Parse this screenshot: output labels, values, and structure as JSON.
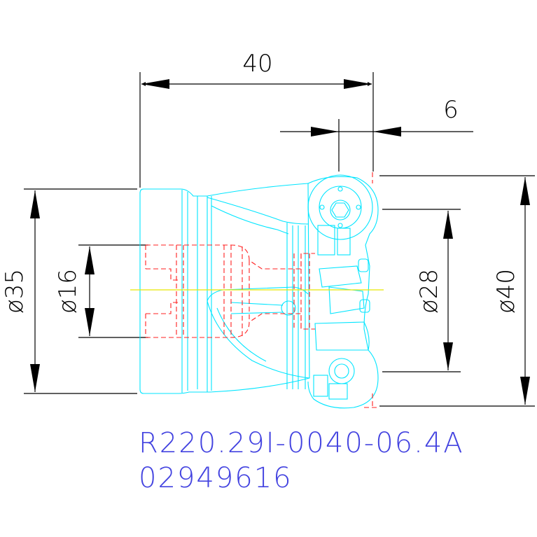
{
  "dimensions": {
    "length_top": "40",
    "offset_top": "6",
    "left_outer": "ø35",
    "left_inner": "ø16",
    "right_inner": "ø28",
    "right_outer": "ø40"
  },
  "part_code": "R220.29I-0040-06.4A",
  "part_number": "02949616",
  "colors": {
    "outline": "#00e5ff",
    "hidden": "#ff2020",
    "centerline": "#e8e800",
    "text": "#4343e0"
  }
}
